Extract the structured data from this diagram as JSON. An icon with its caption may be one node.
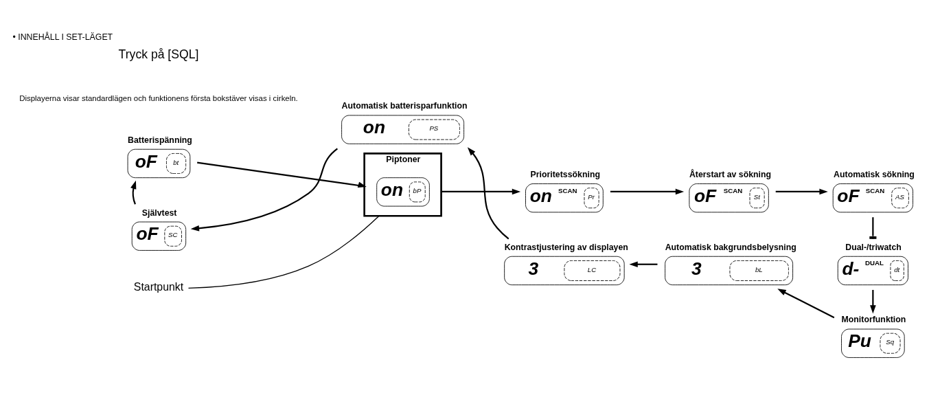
{
  "diagram": {
    "title": "• INNEHÅLL I SET-LÄGET",
    "nodes": [
      {
        "text": [
          "Batterispänning",
          "oF",
          "bt"
        ]
      },
      {
        "text": [
          "Piptoner"
        ]
      },
      {
        "text": [
          "on",
          "bP"
        ],
        "in": 1
      },
      {
        "text": [
          "Startpunkt"
        ]
      },
      {
        "text": [
          "Prioritetssökning",
          "SCAN",
          "on",
          "Pr"
        ]
      },
      {
        "text": [
          "Återstart av sökning",
          "SCAN",
          "oF",
          "St"
        ]
      },
      {
        "text": [
          "Automatisk sökning",
          "SCAN",
          "oF",
          "AS"
        ]
      },
      {
        "text": [
          "Dual-/triwatch",
          "d-",
          "DUAL",
          "dt"
        ]
      },
      {
        "text": [
          "Monitorfunktion",
          "Pu",
          "Sq"
        ]
      },
      {
        "text": [
          "Automatisk bakgrundsbelysning",
          "3",
          "bL"
        ]
      },
      {
        "text": [
          "Kontrastjustering av displayen",
          "3",
          "LC"
        ]
      },
      {
        "text": [
          "Automatisk batterisparfunktion",
          "on",
          "PS"
        ]
      },
      {
        "text": [
          "Självtest",
          "oF",
          "SC"
        ]
      }
    ],
    "edges": [
      {
        "from": 0,
        "to": 1,
        "arrow": "to"
      },
      {
        "from": 1,
        "to": 4,
        "arrow": "to"
      },
      {
        "from": 4,
        "to": 5,
        "arrow": "to"
      },
      {
        "from": 5,
        "to": 6,
        "arrow": "to"
      },
      {
        "from": 6,
        "to": 7,
        "arrow": "other"
      },
      {
        "from": 7,
        "to": 8,
        "arrow": "to"
      },
      {
        "from": 8,
        "to": 9,
        "arrow": "to"
      },
      {
        "from": 9,
        "to": 10,
        "arrow": "to"
      },
      {
        "from": 10,
        "to": 11,
        "arrow": "to"
      },
      {
        "from": 11,
        "to": 12,
        "arrow": "to"
      },
      {
        "from": 12,
        "to": 0,
        "arrow": "to"
      },
      {
        "from": 3,
        "to": 1,
        "arrow": "none"
      }
    ],
    "labels": [
      "Displayerna visar standardlägen och funktionens första bokstäver visas i cirkeln.",
      "Tryck på [SQL]"
    ]
  }
}
